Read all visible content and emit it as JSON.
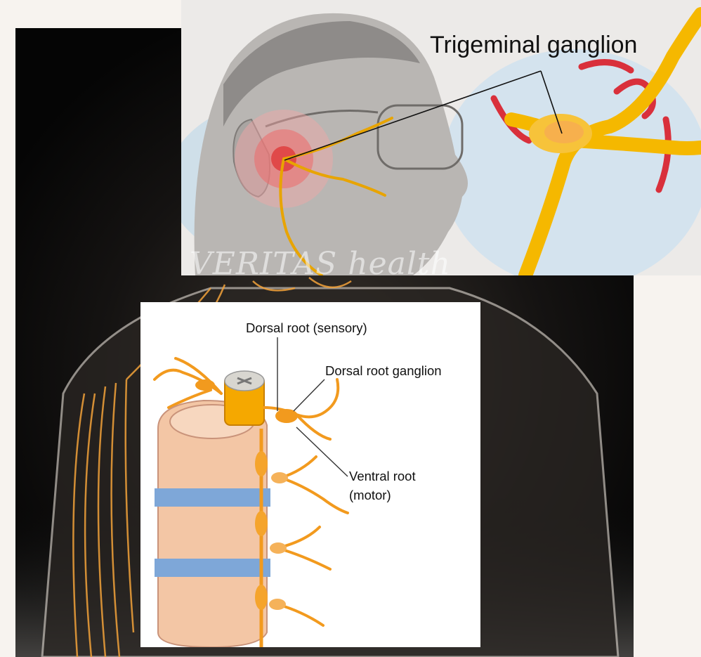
{
  "labels": {
    "trigeminal": "Trigeminal ganglion",
    "dorsal_root": "Dorsal root (sensory)",
    "dorsal_root_ganglion": "Dorsal root ganglion",
    "ventral_root_line1": "Ventral root",
    "ventral_root_line2": "(motor)",
    "watermark": "VERITAS health"
  },
  "colors": {
    "nerve": "#f5b800",
    "nerve_outline": "#c98a00",
    "spinal_nerve": "#f29a1e",
    "vertebra": "#f3c6a5",
    "disc": "#7ea7d8",
    "artery": "#d9303b",
    "background_dark": "#0b0b0b"
  }
}
